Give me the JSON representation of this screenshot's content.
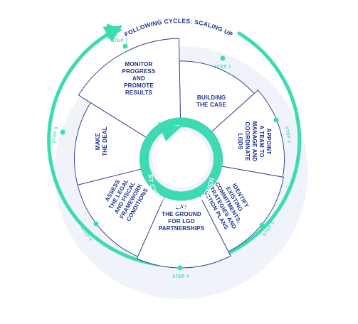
{
  "title": "FOLLOWING CYCLES: SCALING UP",
  "center_label": "FIRST CYCLE: BUILDING MOMENTUM",
  "colors": {
    "accent": "#3ddbb2",
    "text": "#1d2f8c",
    "line": "#27348b",
    "panel": "#f1f3fa"
  },
  "segments": [
    {
      "step": "STEP 1",
      "lines": [
        "BUILDING",
        "THE CASE"
      ]
    },
    {
      "step": "STEP 2",
      "lines": [
        "APPOINT",
        "A TEAM TO",
        "MANAGE AND",
        "COORDINATE",
        "LGDS"
      ]
    },
    {
      "step": "STEP 3",
      "lines": [
        "IDENTIFY",
        "EXISTING",
        "COMMITMENTS,",
        "STRATEGIES AND",
        "ACTION PLANS"
      ]
    },
    {
      "step": "STEP 4",
      "lines": [
        "LAY",
        "THE GROUND",
        "FOR LGD",
        "PARTNERSHIPS"
      ]
    },
    {
      "step": "STEP 5",
      "lines": [
        "ASSESS",
        "THE LEGAL",
        "AND FISCAL",
        "FRAMEWORK",
        "CONDITIONS"
      ]
    },
    {
      "step": "STEP 6",
      "lines": [
        "MAKE",
        "THE DEAL"
      ]
    },
    {
      "step": "STEP 7",
      "lines": [
        "MONITOR",
        "PROGRESS",
        "AND",
        "PROMOTE",
        "RESULTS"
      ]
    }
  ]
}
